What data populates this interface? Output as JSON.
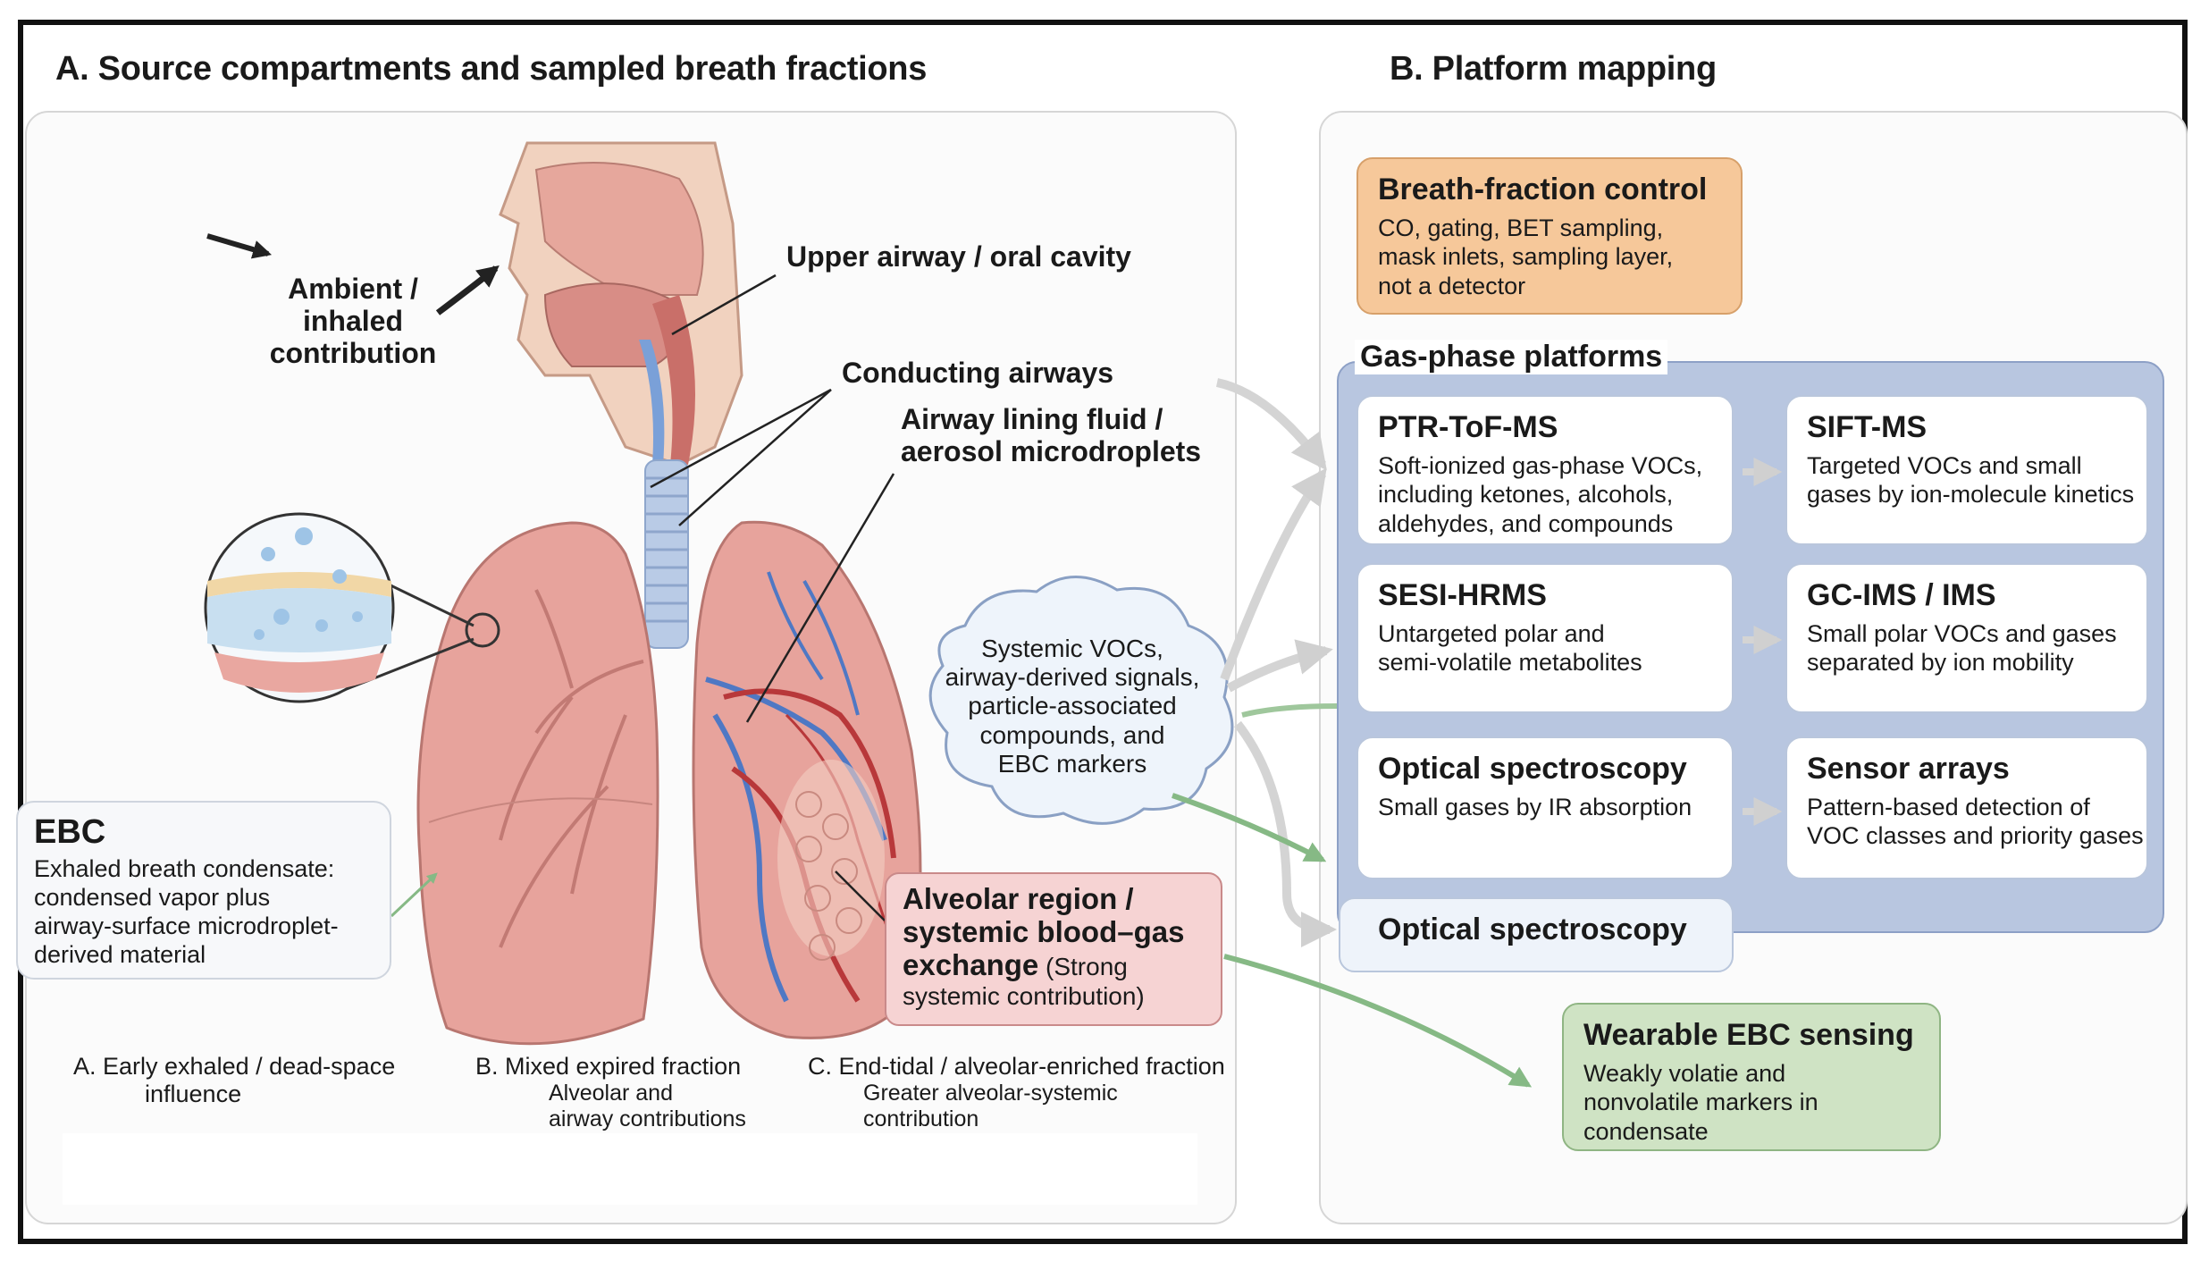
{
  "panel_a": {
    "title": "A. Source compartments and sampled breath fractions",
    "ambient_label": [
      "Ambient /",
      "inhaled",
      "contribution"
    ],
    "upper_airway_label": "Upper airway / oral cavity",
    "conducting_label": "Conducting airways",
    "lining_fluid_label": [
      "Airway lining fluid /",
      "aerosol microdroplets"
    ],
    "ebc": {
      "title": "EBC",
      "lines": [
        "Exhaled breath condensate:",
        "condensed vapor plus",
        "airway-surface microdroplet-",
        "derived material"
      ]
    },
    "cloud_lines": [
      "Systemic VOCs,",
      "airway-derived signals,",
      "particle-associated",
      "compounds, and",
      "EBC markers"
    ],
    "alveolar": {
      "line1": "Alveolar region /",
      "line2": "systemic blood–gas",
      "line3_bold": "exchange",
      "line3_rest": " (Strong",
      "line4": "systemic contribution)"
    },
    "fractions": [
      {
        "title": "A. Early exhaled / dead-space",
        "sub": "influence"
      },
      {
        "title": "B. Mixed expired fraction",
        "sub1": "Alveolar and",
        "sub2": "airway contributions"
      },
      {
        "title": "C. End-tidal / alveolar-enriched fraction",
        "sub1": "Greater alveolar-systemic",
        "sub2": "contribution"
      }
    ]
  },
  "panel_b": {
    "title": "B. Platform mapping",
    "breath_control": {
      "title": "Breath-fraction control",
      "lines": [
        "CO, gating, BET sampling,",
        "mask inlets, sampling layer,",
        "not a detector"
      ]
    },
    "gas_phase_label": "Gas-phase platforms",
    "platforms": [
      {
        "title": "PTR-ToF-MS",
        "lines": [
          "Soft-ionized gas-phase VOCs,",
          "including ketones, alcohols,",
          "aldehydes, and compounds"
        ]
      },
      {
        "title": "SIFT-MS",
        "lines": [
          "Targeted VOCs and small",
          "gases by ion-molecule kinetics"
        ]
      },
      {
        "title": "SESI-HRMS",
        "lines": [
          "Untargeted polar and",
          "semi-volatile metabolites"
        ]
      },
      {
        "title": "GC-IMS / IMS",
        "lines": [
          "Small polar VOCs  and gases",
          "separated by ion mobility"
        ]
      },
      {
        "title": "Optical spectroscopy",
        "lines": [
          "Small gases by IR absorption"
        ]
      },
      {
        "title": "Sensor arrays",
        "lines": [
          "Pattern-based detection of",
          "VOC classes and priority gases"
        ]
      }
    ],
    "optical_bottom": "Optical spectroscopy",
    "wearable": {
      "title": "Wearable EBC sensing",
      "lines": [
        "Weakly volatie and",
        "nonvolatile markers in",
        "condensate"
      ]
    }
  },
  "colors": {
    "breath_control_bg": "#f6c89a",
    "gas_phase_bg": "#b8c6e0",
    "wearable_bg": "#cfe3c4",
    "alveolar_bg": "#f6d3d3",
    "green_arrow": "#8fbf8c",
    "gray_arrow": "#d4d4d4",
    "lung_pink": "#e7a39c"
  }
}
